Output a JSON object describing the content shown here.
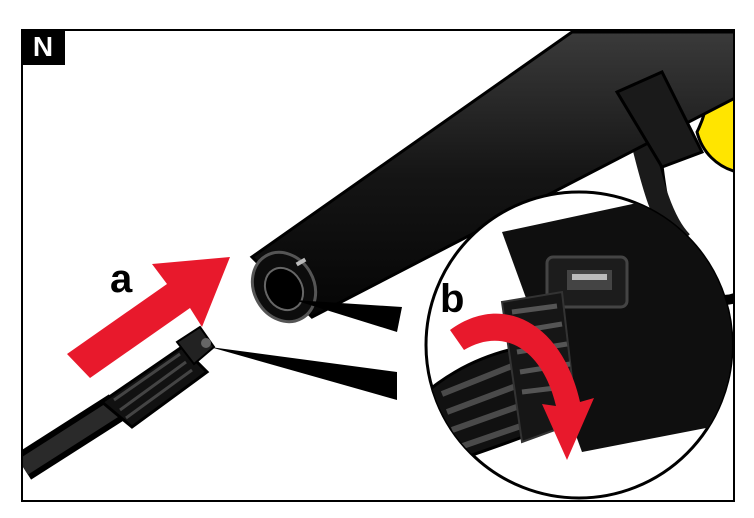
{
  "panel": {
    "label": "N"
  },
  "callouts": {
    "a": "a",
    "b": "b"
  },
  "colors": {
    "arrow": "#e8192c",
    "accent": "#ffe500",
    "body": "#111111",
    "outline": "#000000"
  }
}
